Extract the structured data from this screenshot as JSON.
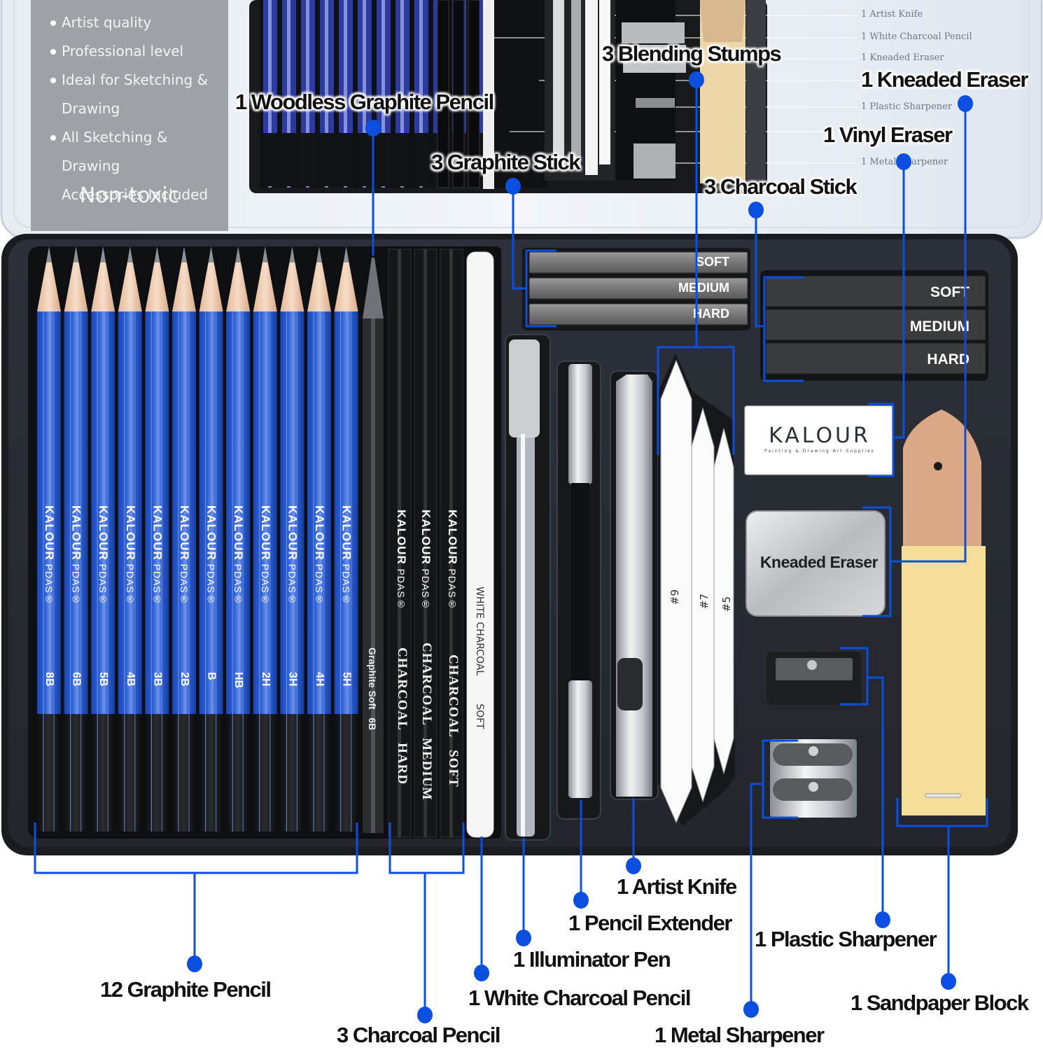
{
  "product": {
    "brand": "KALOUR",
    "brand_tagline": "Painting & Drawing Art Supplies",
    "accent_color": "#0a4fe0"
  },
  "lid": {
    "features": [
      {
        "text": "Artist quality"
      },
      {
        "text": "Professional level"
      },
      {
        "text": "Ideal for Sketching &",
        "cont": "Drawing"
      },
      {
        "text": "All Sketching & Drawing",
        "cont": "Accessories Included"
      }
    ],
    "non_toxic": "Non-toxic",
    "mini_list": [
      "1 Artist Knife",
      "1 White Charcoal Pencil",
      "1 Kneaded Eraser",
      "1 Plastic Sharpener",
      "1 Metal Sharpener"
    ]
  },
  "pencils": {
    "brand_line": "KALOUR",
    "model": "PDAS®",
    "grades": [
      "8B",
      "6B",
      "5B",
      "4B",
      "3B",
      "2B",
      "B",
      "HB",
      "2H",
      "3H",
      "4H",
      "5H"
    ],
    "woodless_label": "Graphite Soft",
    "woodless_grade": "6B"
  },
  "charcoal_pencils": [
    {
      "brand": "KALOUR",
      "model": "PDAS®",
      "type": "CHARCOAL",
      "grade": "HARD"
    },
    {
      "brand": "KALOUR",
      "model": "PDAS®",
      "type": "CHARCOAL",
      "grade": "MEDIUM"
    },
    {
      "brand": "KALOUR",
      "model": "PDAS®",
      "type": "CHARCOAL",
      "grade": "SOFT"
    }
  ],
  "white_charcoal": {
    "type": "WHITE CHARCOAL",
    "grade": "SOFT"
  },
  "graphite_sticks": [
    "SOFT",
    "MEDIUM",
    "HARD"
  ],
  "charcoal_sticks": [
    "SOFT",
    "MEDIUM",
    "HARD"
  ],
  "blending_stumps": [
    "#9",
    "#7",
    "#5"
  ],
  "kneaded_eraser_label": "Kneaded Eraser",
  "callouts": {
    "woodless": "1 Woodless Graphite Pencil",
    "graphite_stick": "3 Graphite Stick",
    "blending_stumps": "3 Blending Stumps",
    "kneaded_eraser": "1 Kneaded Eraser",
    "vinyl_eraser": "1 Vinyl Eraser",
    "charcoal_stick": "3 Charcoal Stick",
    "graphite_pencil": "12 Graphite Pencil",
    "charcoal_pencil": "3 Charcoal Pencil",
    "white_charcoal": "1 White Charcoal Pencil",
    "illuminator": "1 Illuminator Pen",
    "extender": "1 Pencil Extender",
    "knife": "1 Artist Knife",
    "metal_sharpener": "1 Metal Sharpener",
    "plastic_sharpener": "1 Plastic Sharpener",
    "sandpaper": "1 Sandpaper Block"
  }
}
